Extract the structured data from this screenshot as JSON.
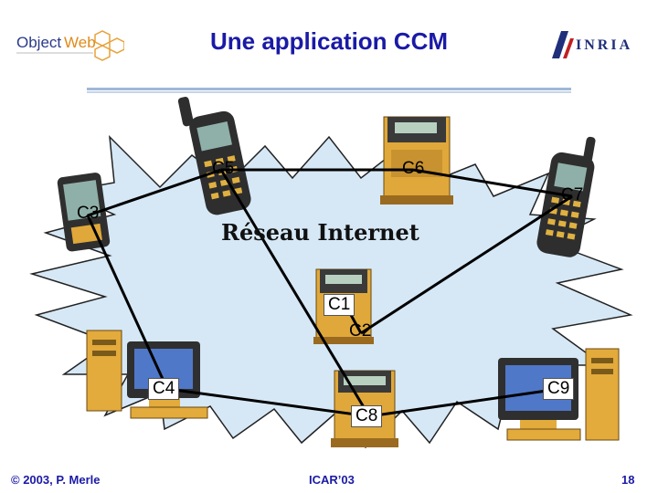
{
  "slide": {
    "title": "Une application CCM",
    "network_label": "Réseau Internet",
    "footer_left": "© 2003, P. Merle",
    "footer_center": "ICAR’03",
    "footer_right": "18"
  },
  "logos": {
    "objectweb": {
      "text_object": "Object",
      "text_web": "Web"
    },
    "inria": {
      "text": "INRIA"
    }
  },
  "components": [
    {
      "id": "c1",
      "label": "C1"
    },
    {
      "id": "c2",
      "label": "C2"
    },
    {
      "id": "c3",
      "label": "C3"
    },
    {
      "id": "c4",
      "label": "C4"
    },
    {
      "id": "c5",
      "label": "C5"
    },
    {
      "id": "c6",
      "label": "C6"
    },
    {
      "id": "c7",
      "label": "C7"
    },
    {
      "id": "c8",
      "label": "C8"
    },
    {
      "id": "c9",
      "label": "C9"
    }
  ],
  "links": [
    [
      "c5",
      "c6"
    ],
    [
      "c6",
      "c7"
    ],
    [
      "c3",
      "c5"
    ],
    [
      "c5",
      "c8"
    ],
    [
      "c3",
      "c4"
    ],
    [
      "c4",
      "c8"
    ],
    [
      "c8",
      "c9"
    ],
    [
      "c2",
      "c7"
    ],
    [
      "c1",
      "c2"
    ]
  ],
  "colors": {
    "title": "#1a1aa6",
    "cloud_fill": "#d6e8f6",
    "device_body": "#f0c040",
    "device_dark": "#3a3a3a",
    "link": "#000000"
  }
}
